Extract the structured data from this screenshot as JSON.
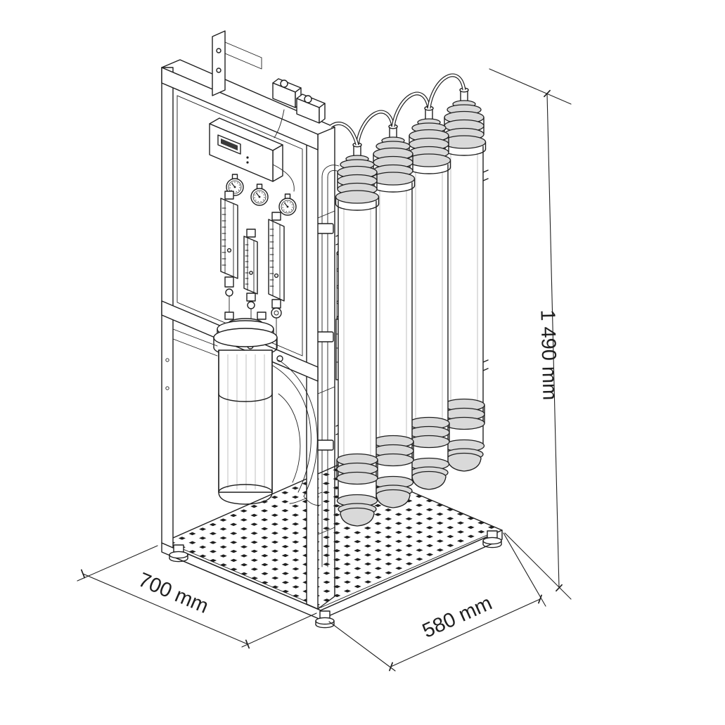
{
  "drawing": {
    "background": "#ffffff",
    "line_color": "#1f1f1f",
    "subject": "reverse-osmosis-unit-isometric-drawing",
    "dimensions": {
      "height_label": "1 490 mm",
      "width_label": "700 mm",
      "depth_label": "580 mm"
    }
  }
}
